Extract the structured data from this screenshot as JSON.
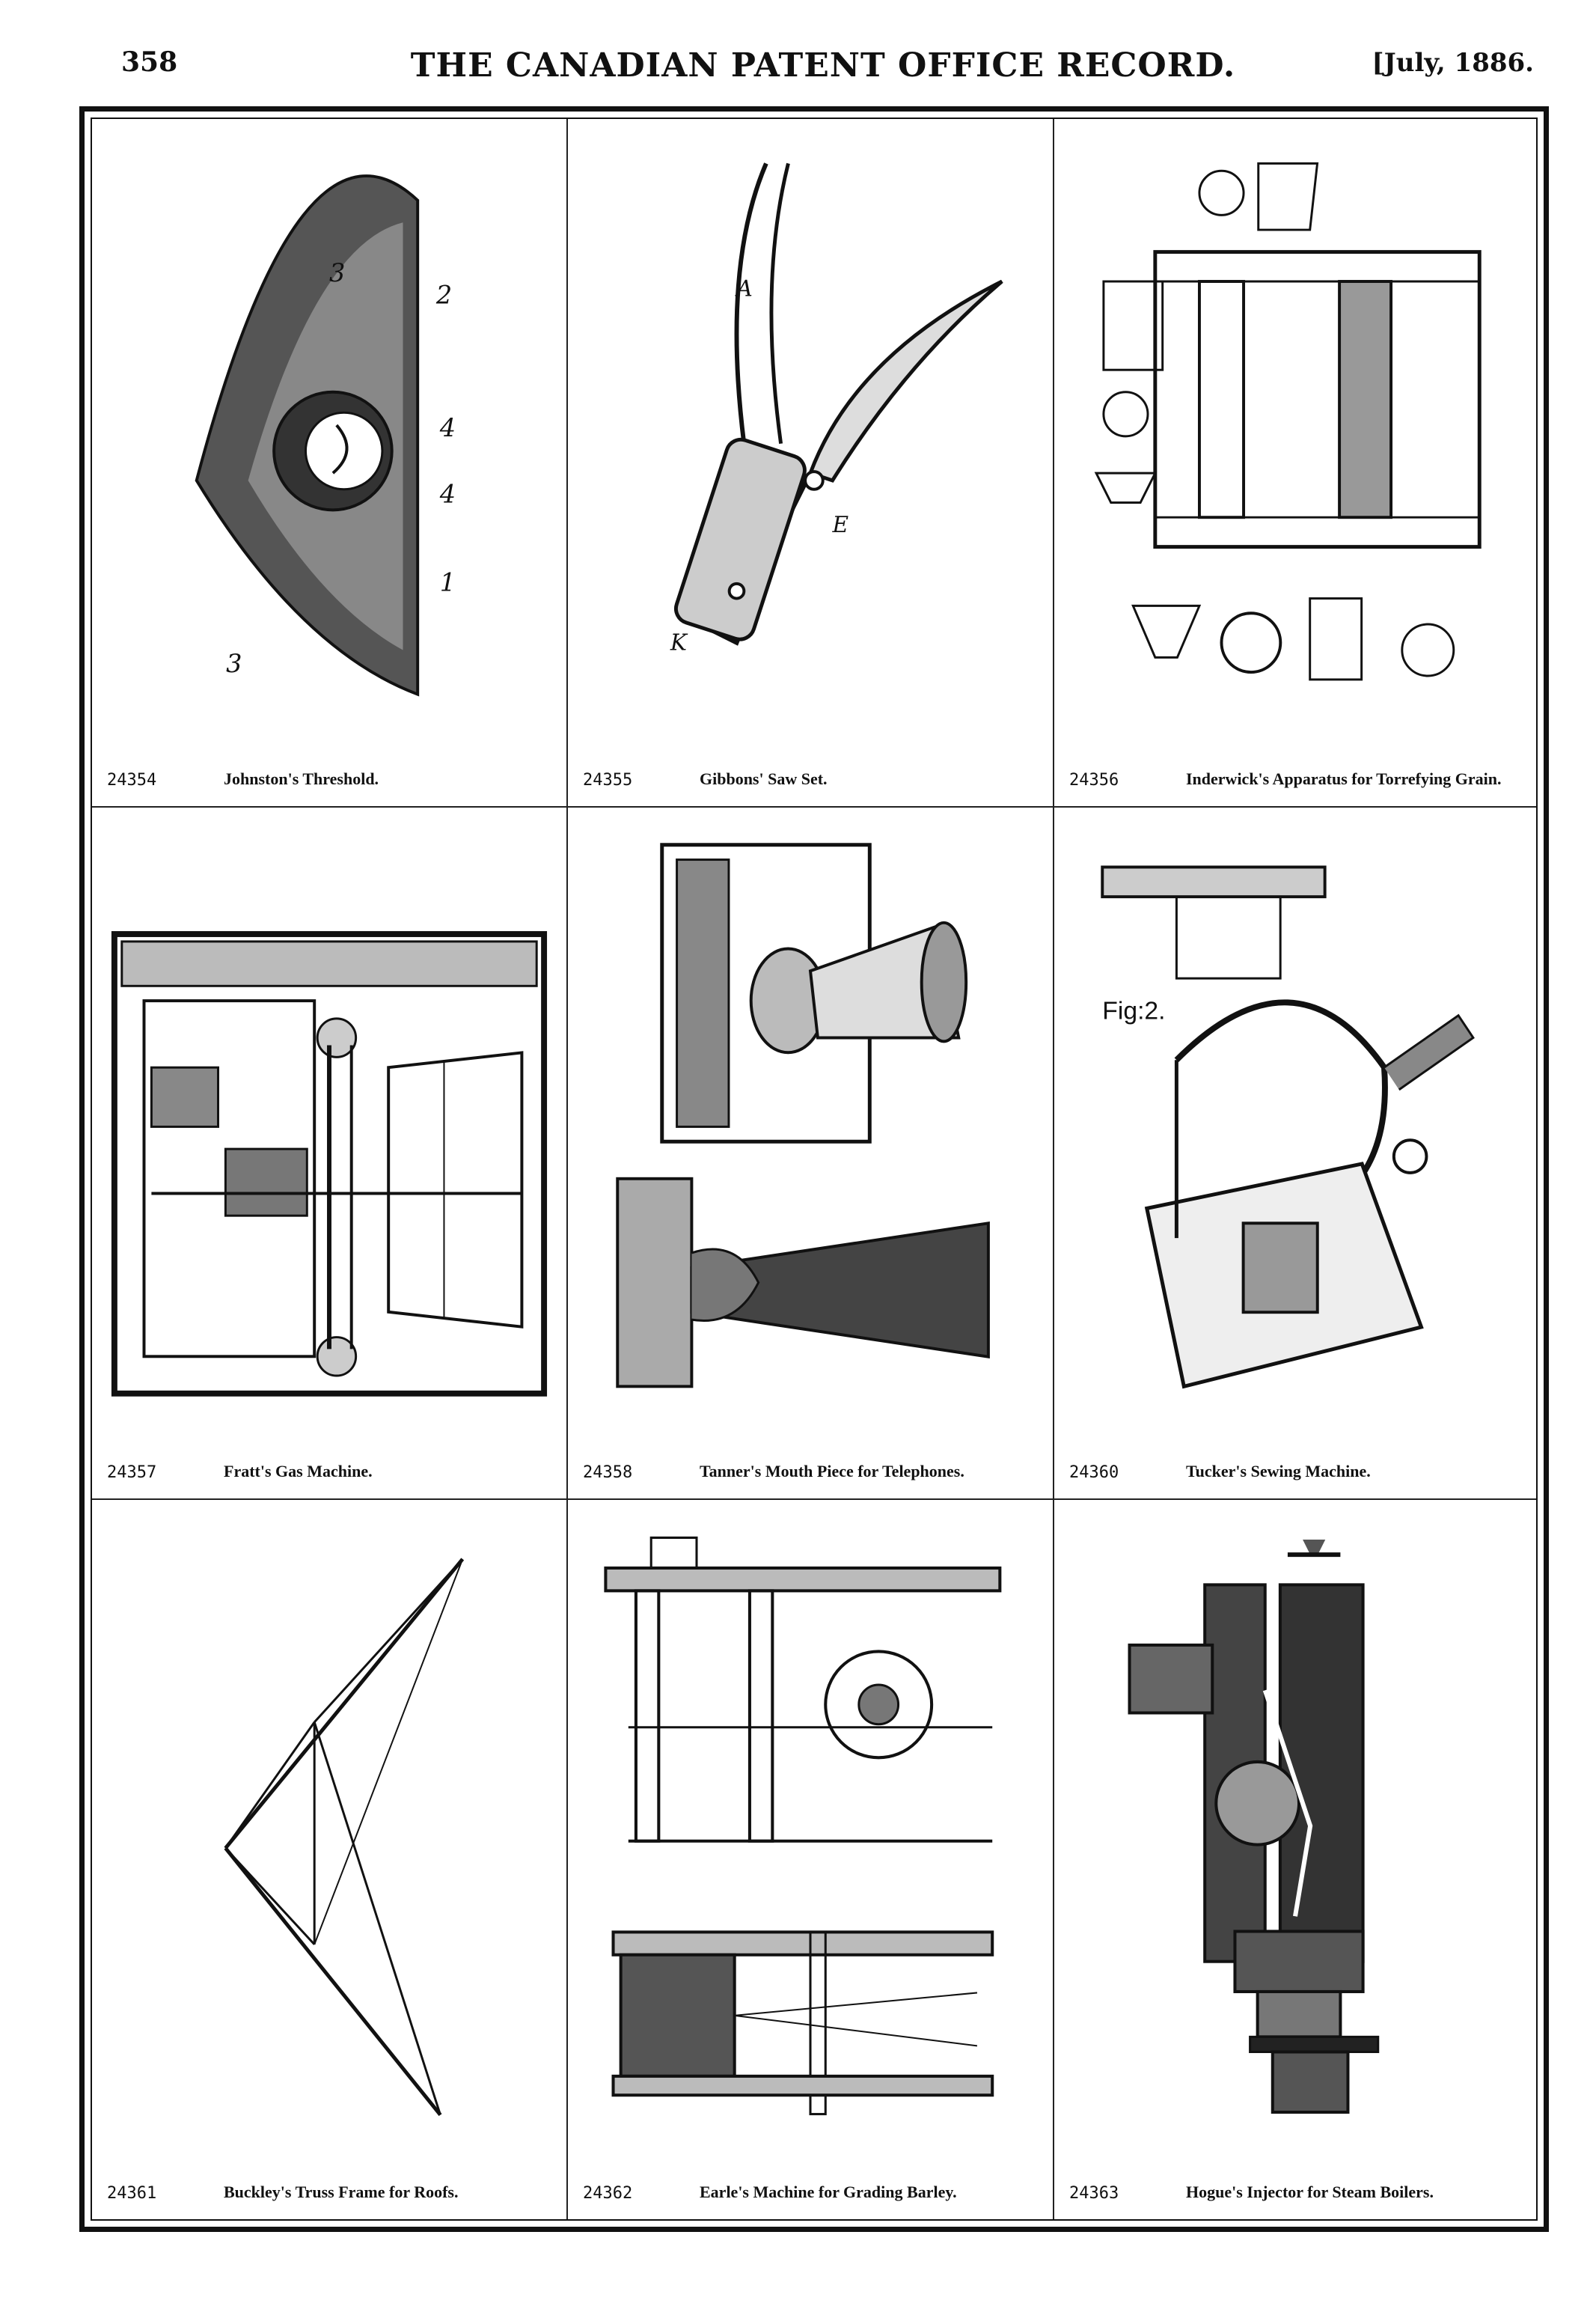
{
  "header": {
    "page_number": "358",
    "journal_title": "THE CANADIAN PATENT OFFICE RECORD.",
    "date": "[July, 1886."
  },
  "patents": [
    {
      "number": "24354",
      "title": "Johnston's Threshold.",
      "icon": "threshold-drawing-icon"
    },
    {
      "number": "24355",
      "title": "Gibbons' Saw Set.",
      "icon": "saw-set-pliers-drawing-icon"
    },
    {
      "number": "24356",
      "title": "Inderwick's Apparatus for Torrefying Grain.",
      "icon": "grain-apparatus-drawing-icon"
    },
    {
      "number": "24357",
      "title": "Fratt's Gas Machine.",
      "icon": "gas-machine-drawing-icon"
    },
    {
      "number": "24358",
      "title": "Tanner's Mouth Piece for Telephones.",
      "icon": "telephone-mouthpiece-drawing-icon"
    },
    {
      "number": "24360",
      "title": "Tucker's Sewing Machine.",
      "icon": "sewing-machine-drawing-icon",
      "fig_label": "Fig:2."
    },
    {
      "number": "24361",
      "title": "Buckley's Truss Frame for Roofs.",
      "icon": "roof-truss-drawing-icon"
    },
    {
      "number": "24362",
      "title": "Earle's Machine for Grading Barley.",
      "icon": "barley-grader-drawing-icon"
    },
    {
      "number": "24363",
      "title": "Hogue's Injector for Steam Boilers.",
      "icon": "steam-injector-drawing-icon"
    }
  ]
}
